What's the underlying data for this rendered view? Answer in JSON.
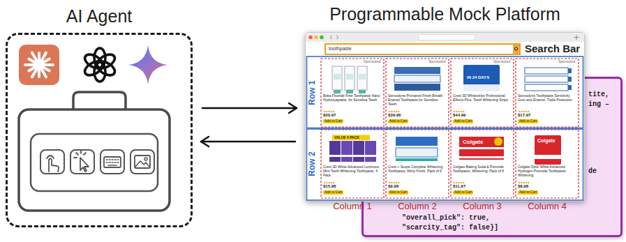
{
  "diagram": {
    "nodes": [
      {
        "text": [
          "AI Agent"
        ]
      },
      {
        "text": [
          "Programmable Mock Platform"
        ]
      },
      {
        "text": [
          "tite,",
          "ing –",
          "de",
          "\"overall_pick\": true,",
          "\"scarcity_tag\": false}]"
        ]
      }
    ],
    "edges": [
      {
        "from": 0,
        "to": 1,
        "arrow": "to"
      },
      {
        "from": 1,
        "to": 0,
        "arrow": "to"
      }
    ],
    "labels": [
      "toothpaste",
      "Search Bar",
      "Row 1",
      "Row 2",
      "Sponsored",
      "Sponsored",
      "Sponsored",
      "Sponsored",
      "Boka Fluoride Free Toothpaste Nano Hydroxyapatite, for Sensitive Teeth",
      "Sensodyne Pronamel Fresh Breath Enamel Toothpaste for Sensitive Teeth",
      "Crest 3D Whitestrips Professional Effects Plus, Teeth Whitening Strips",
      "Sensodyne Toothpaste Sensitivity Gum and Enamel, Triple Protection",
      "Crest 3D White Advanced Luminous Mint Teeth Whitening Toothpaste, 4 Pack",
      "Crest + Scope Complete Whitening Toothpaste, Minty Fresh, Pack of 6",
      "Colgate Baking Soda & Peroxide Toothpaste, Whitening, Pack of 6",
      "Colgate Optic White Advanced Hydrogen Peroxide Toothpaste, Whitening",
      "$20.97",
      "$39.96",
      "$44.99",
      "$17.97",
      "$15.98",
      "$9.98",
      "$11.97",
      "$8.98",
      "Add to Cart",
      "Add to Cart",
      "Add to Cart",
      "Add to Cart",
      "Add to Cart",
      "Add to Cart",
      "Add to Cart",
      "Add to Cart",
      "IN 24 DAYS",
      "VALUE 4 PACK",
      "Colgate",
      "Colgate",
      "Column 1",
      "Column 2",
      "Column 3",
      "Column 4"
    ]
  }
}
